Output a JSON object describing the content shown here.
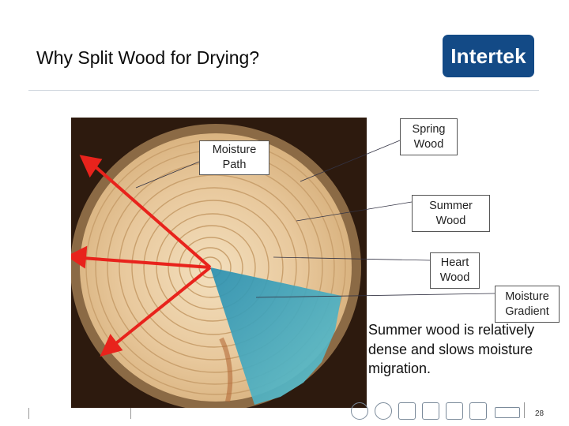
{
  "slide": {
    "title": "Why Split Wood for Drying?",
    "logo_text": "Intertek",
    "page_number": "28"
  },
  "callouts": {
    "moisture_path": "Moisture\nPath",
    "spring_wood": "Spring\nWood",
    "summer_wood": "Summer\nWood",
    "heart_wood": "Heart\nWood",
    "moisture_gradient": "Moisture\nGradient"
  },
  "summary_text": "Summer wood is relatively dense and slows moisture migration.",
  "colors": {
    "brand": "#134a86",
    "arrow": "#e8231c",
    "gradient_wedge": "#3aa8c0",
    "wood": "#e7c79c",
    "bark": "#8b6a45"
  },
  "icons": [
    "wood-cross-section-photo",
    "moisture-arrow",
    "certification-marks"
  ]
}
